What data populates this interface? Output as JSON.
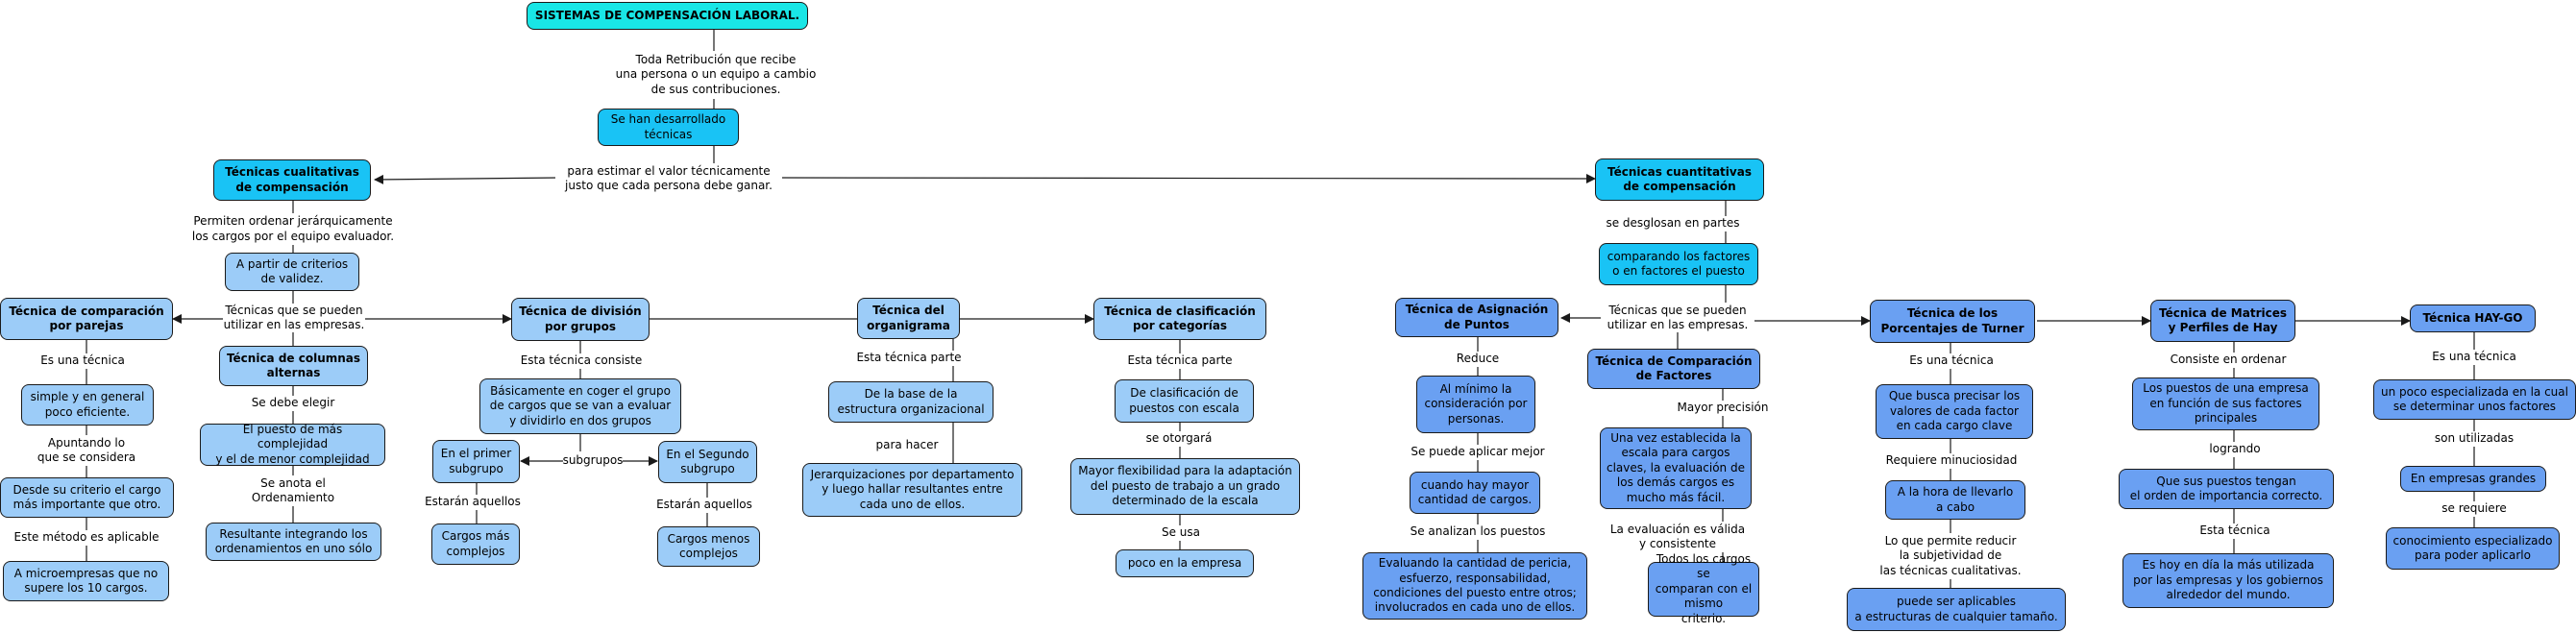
{
  "colors": {
    "root": "#19e6e6",
    "cyan": "#19c3f5",
    "light_blue": "#9cccf8",
    "medium_blue": "#6aa0f2",
    "line": "#1a1a1a"
  },
  "nodes": {
    "root": "SISTEMAS DE COMPENSACIÓN LABORAL.",
    "desarrollado": "Se  han  desarrollado\ntécnicas",
    "cualitativas": "Técnicas  cualitativas\nde compensación",
    "cuantitativas": "Técnicas  cuantitativas\nde compensación",
    "criterios": "A partir  de criterios\nde validez.",
    "comparacion_parejas": "Técnica de comparación\npor parejas",
    "simple": "simple y en general\npoco eficiente.",
    "desde_criterio": "Desde su criterio el cargo\nmás importante que otro.",
    "microempresas": "A microempresas  que no\nsupere los 10 cargos.",
    "columnas": "Técnica de columnas\nalternas",
    "puesto_complejidad": "El puesto de más complejidad\ny el de menor complejidad",
    "resultante": "Resultante integrando los\nordenamientos en uno sólo",
    "division": "Técnica de división\npor grupos",
    "basicamente": "Básicamente en coger el grupo\nde cargos que se van a evaluar\ny dividirlo en dos grupos",
    "primer_subgrupo": "En el primer\nsubgrupo",
    "segundo_subgrupo": "En el Segundo\nsubgrupo",
    "cargos_mas": "Cargos más\ncomplejos",
    "cargos_menos": "Cargos menos\ncomplejos",
    "organigrama": "Técnica del\norganigrama",
    "base_estructura": "De la base de la\nestructura organizacional",
    "jerarquizaciones": "Jerarquizaciones por departamento\ny luego hallar resultantes entre\ncada uno de ellos.",
    "clasificacion": "Técnica de clasificación\npor categorías",
    "clasificacion_puestos": "De clasificación de\npuestos con  escala",
    "flexibilidad": "Mayor flexibilidad para la adaptación\ndel puesto de trabajo a un grado\ndeterminado de la escala",
    "poco_empresa": "poco en la empresa",
    "comparando": "comparando los factores\no en factores el puesto",
    "asignacion": "Técnica de Asignación\nde Puntos",
    "minimo": "Al mínimo la\nconsideración por\npersonas.",
    "mayor_cantidad": "cuando hay mayor\ncantidad de cargos.",
    "evaluando": "Evaluando la cantidad de pericia,\nesfuerzo, responsabilidad,\ncondiciones del puesto entre otros;\ninvolucrados en cada uno de ellos.",
    "comparacion_factores": "Técnica de Comparación\nde Factores",
    "escala_establecida": "Una vez establecida la\nescala para cargos\nclaves, la evaluación de\nlos demás cargos es\nmucho más fácil.",
    "todos_cargos": "Todos los cargos se\ncomparan con el mismo\ncriterio.",
    "turner": "Técnica de los\nPorcentajes de Turner",
    "busca_precisar": "Que  busca precisar  los\nvalores de  cada factor\nen cada cargo clave",
    "hora_llevarlo": "A la  hora de  llevarlo\na cabo",
    "aplicables": "puede ser aplicables\na estructuras de cualquier tamaño.",
    "matrices": "Técnica de Matrices\ny Perfiles de Hay",
    "puestos_empresa": "Los puestos de una empresa\nen función de sus factores\nprincipales",
    "sus_puestos": "Que sus puestos tengan\nel orden de importancia correcto.",
    "mas_utilizada": "Es hoy en día la más utilizada\npor las empresas y los gobiernos\nalrededor del mundo.",
    "hay_go": "Técnica HAY-GO",
    "poco_especializada": "un poco especializada en la cual\nse determinar unos factores",
    "empresas_grandes": "En empresas grandes",
    "conocimiento": "conocimiento especializado\npara  poder aplicarlo"
  },
  "labels": {
    "toda_retribucion": "Toda Retribución que recibe\nuna persona  o un equipo a cambio\nde sus contribuciones.",
    "para_estimar": "para estimar el valor técnicamente\njusto que cada  persona debe ganar.",
    "permiten": "Permiten  ordenar jerárquicamente\nlos cargos por el equipo evaluador.",
    "tecnicas_utilizar_left": "Técnicas que se pueden\nutilizar en las empresas.",
    "es_una_tecnica_1": "Es una   técnica",
    "apuntando": "Apuntando lo\nque se considera",
    "metodo_aplicable": "Este método es aplicable",
    "se_debe_elegir": "Se debe elegir",
    "se_anota": "Se anota el\nOrdenamiento",
    "consiste": "Esta técnica consiste",
    "subgrupos": "subgrupos",
    "estaran_1": "Estarán aquellos",
    "estaran_2": "Estarán aquellos",
    "tecnica_parte_1": "Esta técnica parte",
    "para_hacer": "para hacer",
    "tecnica_parte_2": "Esta técnica  parte",
    "se_otorgara": "se otorgará",
    "se_usa": "Se usa",
    "se_desglosan": "se desglosan en partes",
    "tecnicas_utilizar_right": "Técnicas que se pueden\nutilizar en las empresas.",
    "reduce": "Reduce",
    "aplicar_mejor": "Se puede aplicar mejor",
    "analizan_puestos": "Se analizan los puestos",
    "mayor_precision": "Mayor precisión",
    "evaluacion_valida": "La evaluación es válida\ny consistente",
    "es_una_tecnica_2": "Es una    técnica",
    "requiere_minuciosidad": "Requiere    minuciosidad",
    "permite_reducir": "Lo que permite reducir\nla subjetividad  de\nlas técnicas cualitativas.",
    "consiste_ordenar": "Consiste en ordenar",
    "logrando": "logrando",
    "esta_tecnica": "Esta técnica",
    "es_una_tecnica_3": "Es una técnica",
    "son_utilizadas": "son utilizadas",
    "se_requiere": "se requiere"
  }
}
